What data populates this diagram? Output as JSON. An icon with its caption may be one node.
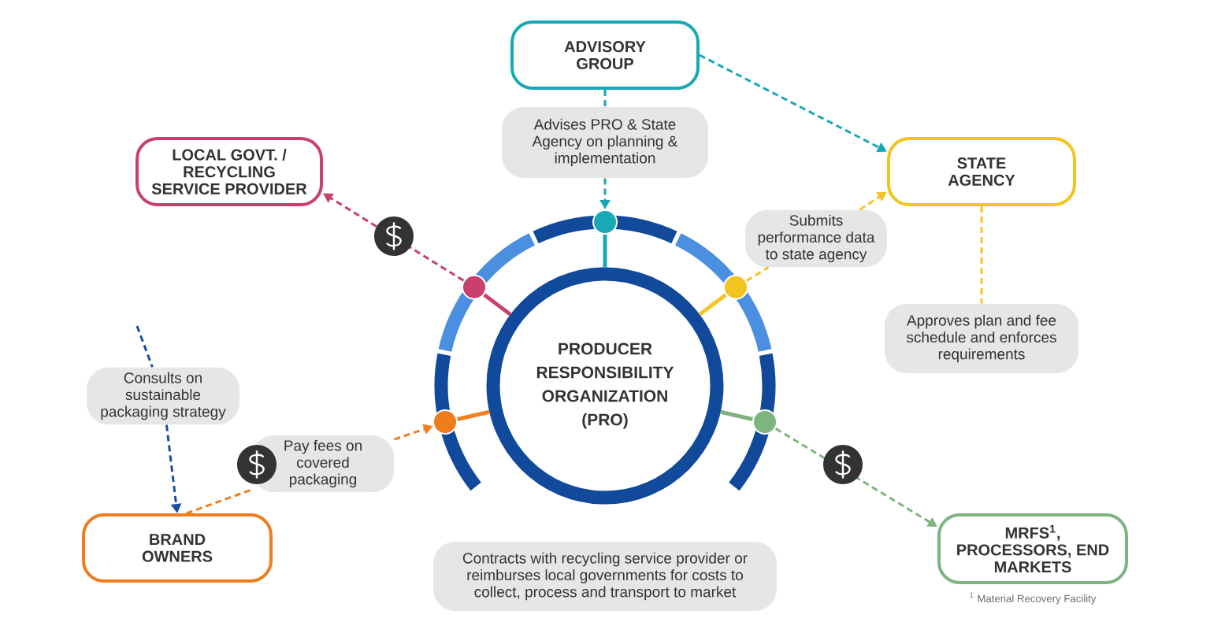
{
  "diagram": {
    "nodes": [
      {
        "text": [
          "ADVISORY GROUP"
        ]
      },
      {
        "text": [
          "LOCAL GOVT. / RECYCLING SERVICE PROVIDER"
        ]
      },
      {
        "text": [
          "STATE AGENCY"
        ]
      },
      {
        "text": [
          "Advises PRO & State Agency on planning & implementation"
        ]
      },
      {
        "text": [],
        "shape": "circle"
      },
      {
        "text": [
          "Submits performance data to state agency"
        ]
      },
      {
        "text": [],
        "shape": "circle"
      },
      {
        "text": [],
        "shape": "circle"
      },
      {
        "text": [
          "Approves plan and fee schedule and enforces requirements"
        ]
      },
      {
        "text": [
          "PRODUCER RESPONSIBILITY ORGANIZATION (PRO)"
        ]
      },
      {
        "text": [
          "Consults on sustainable packaging strategy"
        ]
      },
      {
        "text": [],
        "shape": "circle"
      },
      {
        "text": [],
        "shape": "circle"
      },
      {
        "text": [
          "Pay fees on covered packaging"
        ]
      },
      {
        "text": [
          "BRAND OWNERS"
        ]
      },
      {
        "text": [
          "MRFS$^{1}$, PROCESSORS, END MARKETS"
        ]
      },
      {
        "text": [
          "Contracts with recycling service provider or reimburses local governments for costs to collect, process and transport to market"
        ]
      }
    ],
    "edges": [
      {
        "from": 0,
        "to": 3,
        "arrow": "none",
        "style": "dashed",
        "color": "#17a9b5"
      },
      {
        "from": 3,
        "to": 4,
        "arrow": "to",
        "style": "dashed",
        "color": "#17a9b5"
      },
      {
        "from": 0,
        "to": 2,
        "arrow": "to",
        "style": "dashed",
        "color": "#17a9b5"
      },
      {
        "from": 4,
        "to": 9,
        "arrow": "none",
        "color": "#17a9b5"
      },
      {
        "from": 6,
        "to": 1,
        "arrow": "to",
        "style": "dashed",
        "color": "#c7416e"
      },
      {
        "from": 6,
        "to": 9,
        "arrow": "none",
        "color": "#c7416e"
      },
      {
        "from": 7,
        "to": 5,
        "arrow": "none",
        "style": "dashed",
        "color": "#f5c424"
      },
      {
        "from": 5,
        "to": 2,
        "arrow": "to",
        "style": "dashed",
        "color": "#f5c424"
      },
      {
        "from": 7,
        "to": 9,
        "arrow": "none",
        "color": "#f5c424"
      },
      {
        "from": 2,
        "to": 8,
        "arrow": "none",
        "style": "dashed",
        "color": "#f5c424"
      },
      {
        "from": null,
        "to": 10,
        "arrow": "none",
        "style": "dashed",
        "color": "#1a4f9c"
      },
      {
        "from": 10,
        "to": 14,
        "arrow": "to",
        "style": "dashed",
        "color": "#1a4f9c"
      },
      {
        "from": 14,
        "to": 13,
        "arrow": "none",
        "style": "dashed",
        "color": "#f07f1d"
      },
      {
        "from": 13,
        "to": 11,
        "arrow": "to",
        "style": "dashed",
        "color": "#f07f1d"
      },
      {
        "from": 11,
        "to": 9,
        "arrow": "none",
        "color": "#f07f1d"
      },
      {
        "from": 12,
        "to": 15,
        "arrow": "to",
        "style": "dashed",
        "color": "#7db47f"
      },
      {
        "from": 12,
        "to": 9,
        "arrow": "none",
        "color": "#7db47f"
      }
    ],
    "labels": [
      "$^{1}$ Material Recovery Facility"
    ]
  }
}
